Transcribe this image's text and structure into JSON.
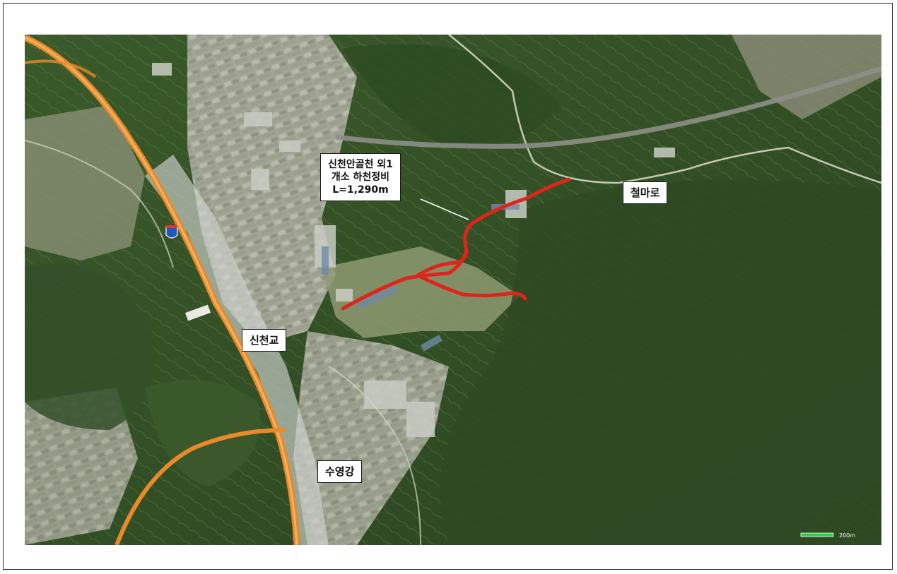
{
  "map": {
    "callout": {
      "line1": "신천안골천 외1",
      "line2": "개소 하천정비",
      "line3": "L=1,290m"
    },
    "labels": {
      "cheolmaro": "철마로",
      "sincheongyo": "신천교",
      "suyeonggang": "수영강"
    },
    "scale": "200m",
    "colors": {
      "river_route": "#e0241b",
      "highway": "#e88a2a",
      "forest_dark": "#2e4a22",
      "forest_mid": "#4d6b37",
      "farmland": "#a7a99a"
    }
  }
}
